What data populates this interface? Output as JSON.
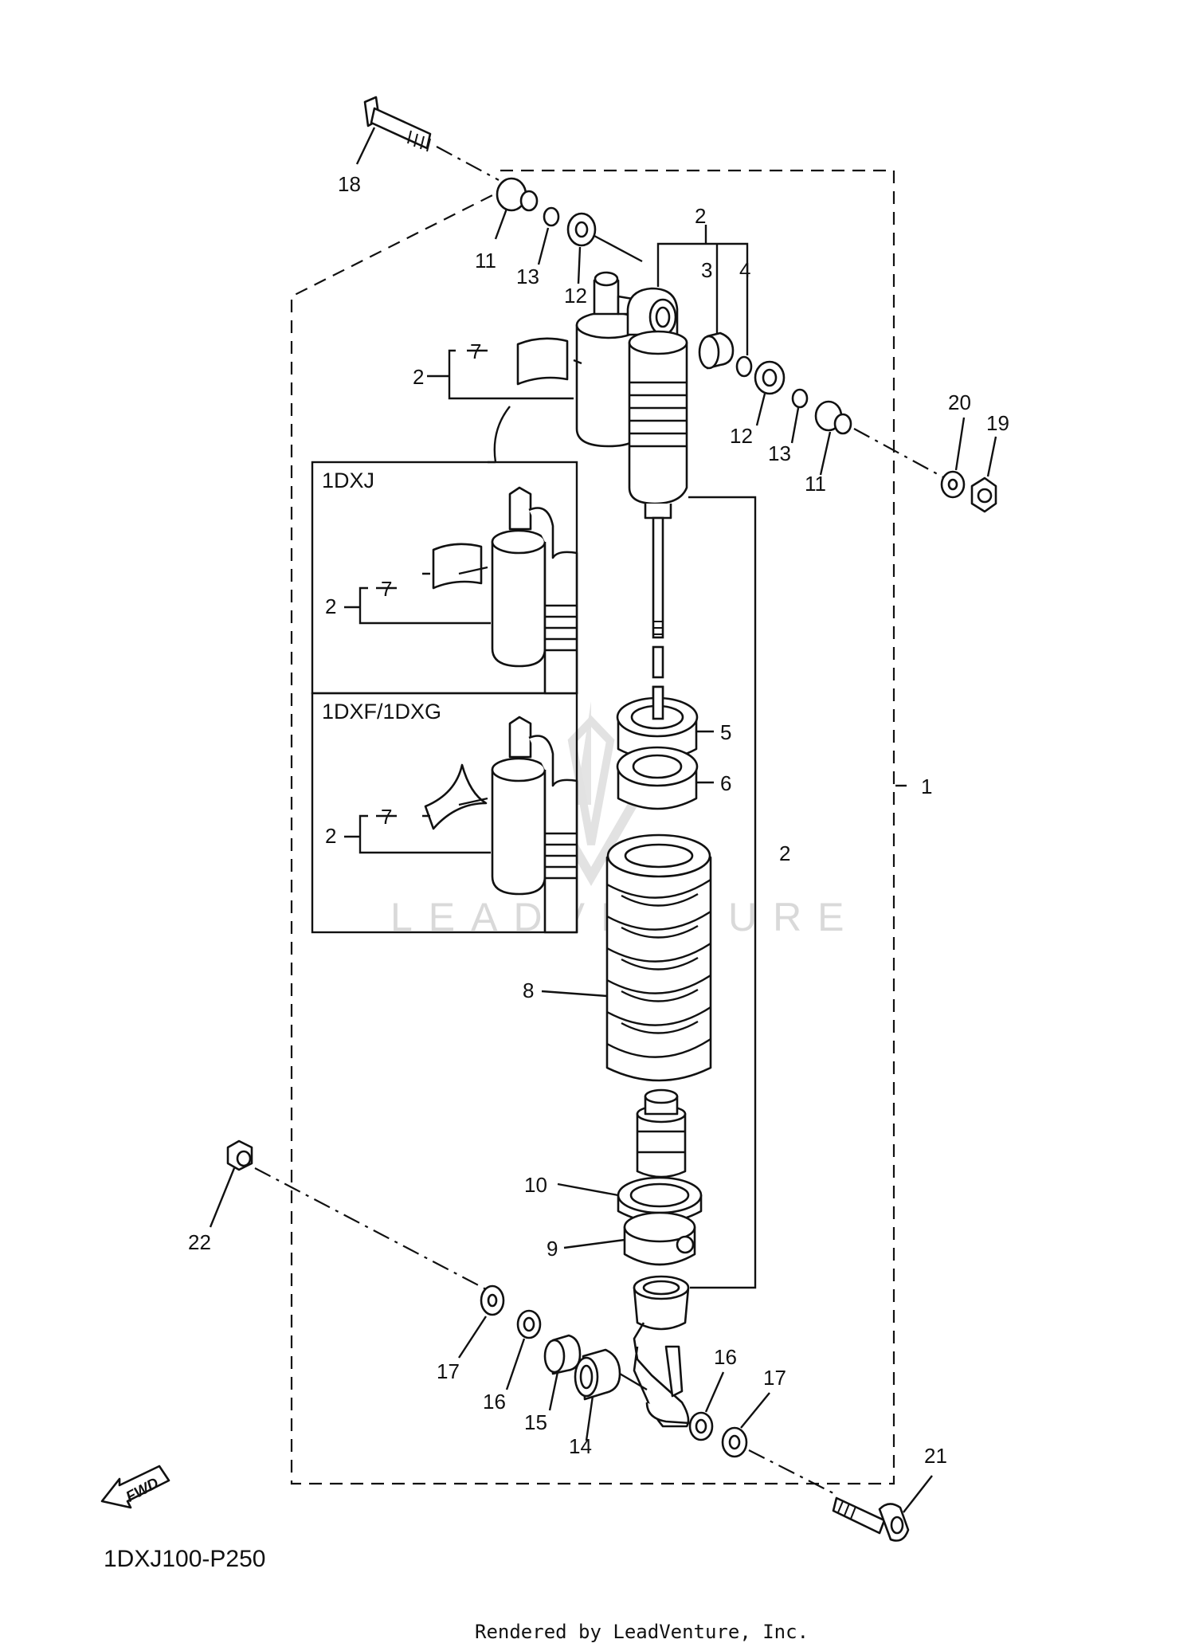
{
  "diagram": {
    "code": "1DXJ100-P250",
    "credit": "Rendered by LeadVenture, Inc.",
    "watermark": "LEADVENTURE",
    "fwd_label": "FWD",
    "insets": [
      {
        "title": "1DXJ"
      },
      {
        "title": "1DXF/1DXG"
      }
    ],
    "callouts": {
      "c1": "1",
      "c2_top": "2",
      "c2_left": "2",
      "c2_right": "2",
      "c2_inset_a": "2",
      "c2_inset_b": "2",
      "c3": "3",
      "c4": "4",
      "c5": "5",
      "c6": "6",
      "c7_main": "7",
      "c7_inset_a": "7",
      "c7_inset_b": "7",
      "c8": "8",
      "c9": "9",
      "c10": "10",
      "c11_left": "11",
      "c11_right": "11",
      "c12_left": "12",
      "c12_right": "12",
      "c13_left": "13",
      "c13_right": "13",
      "c14": "14",
      "c15": "15",
      "c16_left": "16",
      "c16_right": "16",
      "c17_left": "17",
      "c17_right": "17",
      "c18": "18",
      "c19": "19",
      "c20": "20",
      "c21": "21",
      "c22": "22"
    }
  }
}
